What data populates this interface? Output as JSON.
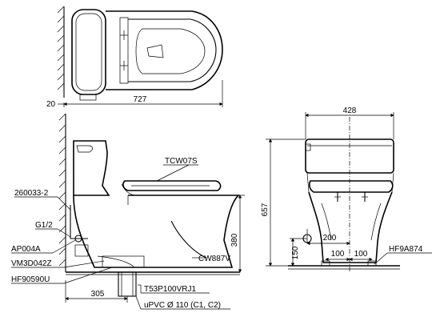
{
  "top_view": {
    "dim_wall_gap": "20",
    "dim_length": "727"
  },
  "front_view": {
    "dim_width": "428",
    "dim_height": "657",
    "dim_inlet_offset": "200",
    "dim_foot_left": "100",
    "dim_foot_right": "100",
    "dim_inlet_height": "150",
    "label_anchor_bolt": "HF9A874"
  },
  "side_view": {
    "label_seat": "TCW07S",
    "label_hose": "260033-2",
    "label_inlet": "G1/2",
    "label_valve": "AP004A",
    "label_flange": "VM3D042Z",
    "label_gasket": "HF90590U",
    "label_bowl": "CW887V",
    "label_trap": "T53P100VRJ1",
    "label_pipe": "uPVC Ø 110 (C1, C2)",
    "dim_seat_height": "380",
    "dim_rough_in": "305"
  },
  "colors": {
    "line": "#000000",
    "background": "#ffffff"
  }
}
